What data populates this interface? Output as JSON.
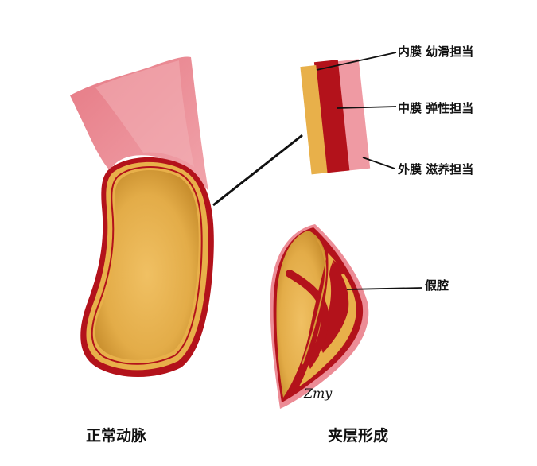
{
  "labels": {
    "intima": "内膜 幼滑担当",
    "media": "中膜 弹性担当",
    "adventitia": "外膜 滋养担当",
    "false_lumen": "假腔",
    "normal_artery": "正常动脉",
    "dissection": "夹层形成"
  },
  "signature": "Zmy",
  "colors": {
    "adventitia_pink": "#e9848f",
    "media_red": "#b3121b",
    "intima_yellow": "#e8b04a",
    "lumen_yellow": "#e6b24f",
    "leader_line": "#111111"
  }
}
